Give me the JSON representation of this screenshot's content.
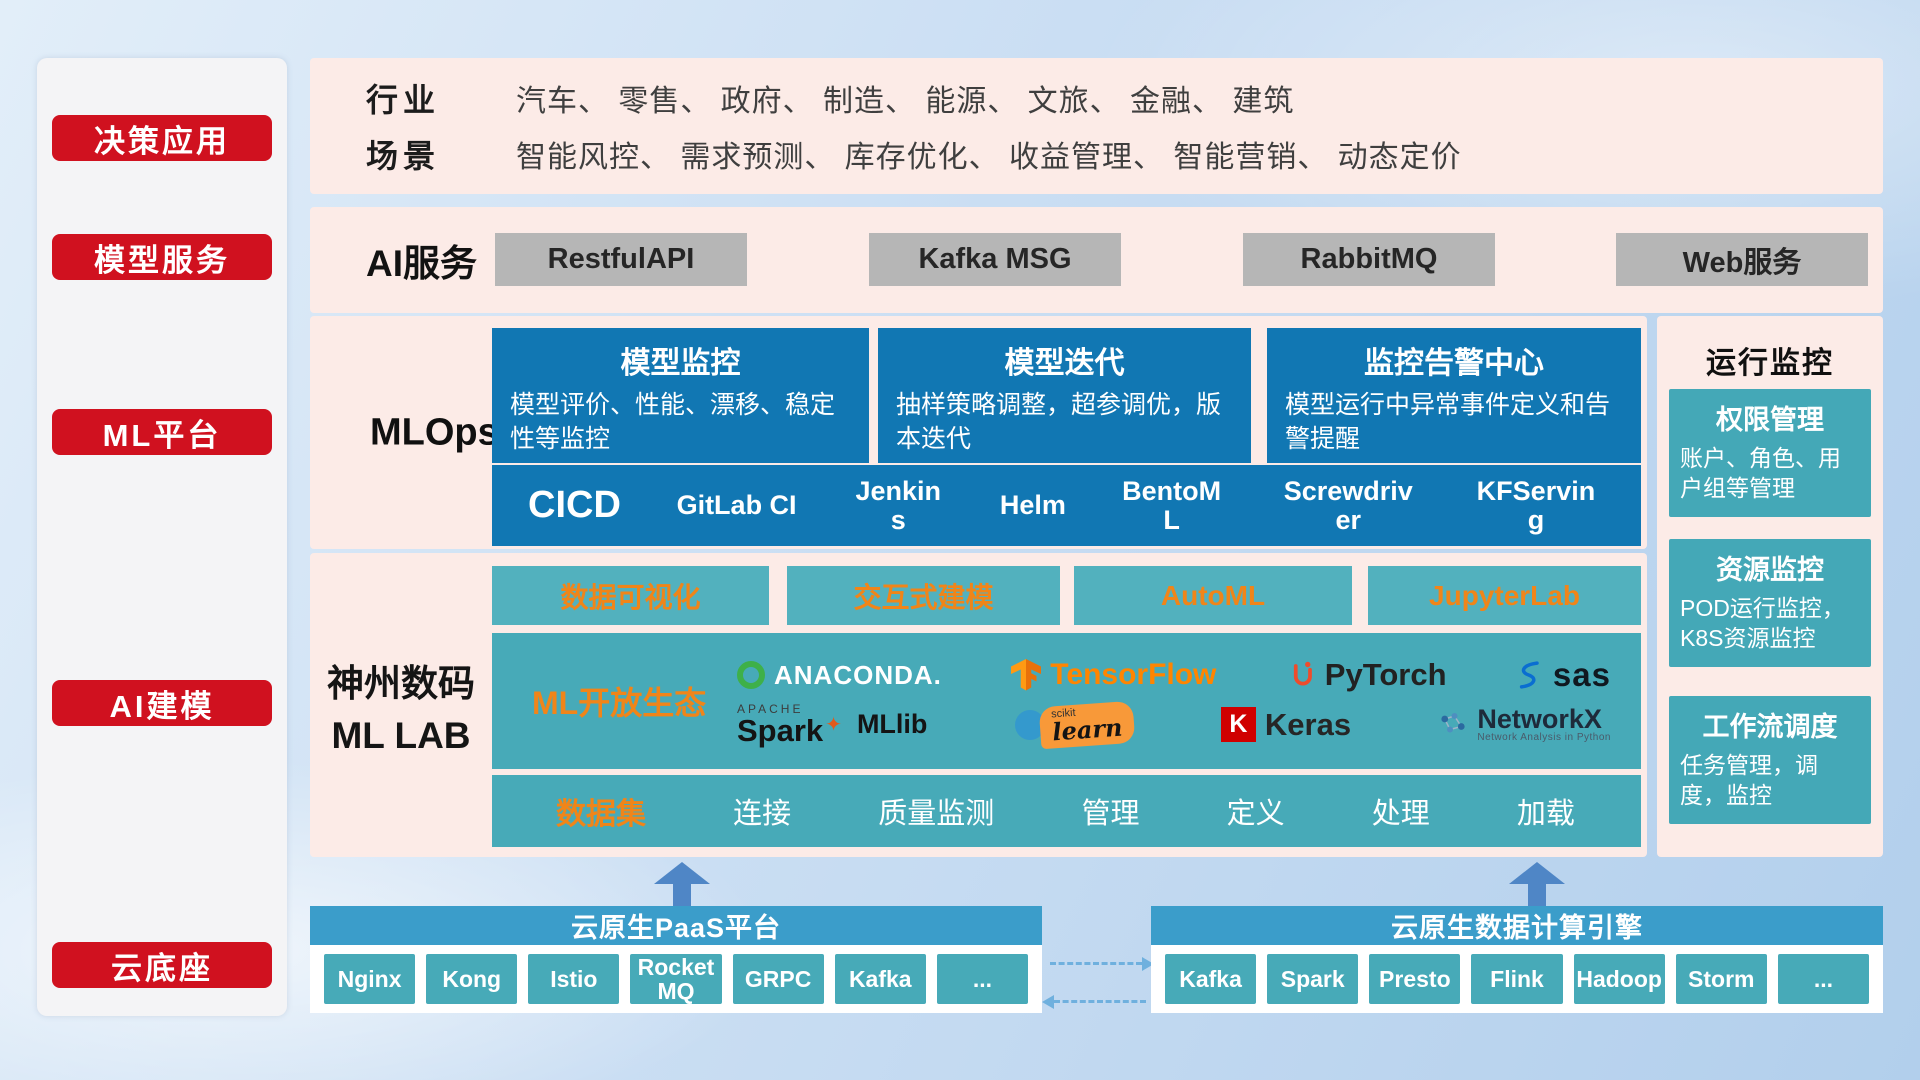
{
  "colors": {
    "badge_red": "#d0111f",
    "panel_pink": "#fcebe7",
    "card_blue": "#1177b3",
    "teal": "#47aab8",
    "header_blue": "#3b9dca",
    "accent_orange": "#f08519",
    "gray_button": "#b6b6b6",
    "arrow_blue": "#4f86c6"
  },
  "sidebar": {
    "items": [
      {
        "label": "决策应用"
      },
      {
        "label": "模型服务"
      },
      {
        "label": "ML平台"
      },
      {
        "label": "AI建模"
      },
      {
        "label": "云底座"
      }
    ]
  },
  "industry": {
    "row1_label": "行业",
    "row1_text": "汽车、 零售、 政府、 制造、 能源、 文旅、 金融、 建筑",
    "row2_label": "场景",
    "row2_text": "智能风控、 需求预测、 库存优化、 收益管理、 智能营销、 动态定价"
  },
  "ai_service": {
    "label": "AI服务",
    "buttons": [
      "RestfulAPI",
      "Kafka MSG",
      "RabbitMQ",
      "Web服务"
    ]
  },
  "mlops": {
    "label": "MLOps",
    "cards": [
      {
        "title": "模型监控",
        "desc": "模型评价、性能、漂移、稳定性等监控"
      },
      {
        "title": "模型迭代",
        "desc": "抽样策略调整，超参调优，版本迭代"
      },
      {
        "title": "监控告警中心",
        "desc": "模型运行中异常事件定义和告警提醒"
      }
    ],
    "cicd_label": "CICD",
    "cicd_items": [
      "GitLab CI",
      "Jenkins",
      "Helm",
      "BentoML",
      "Screwdriver",
      "KFServing"
    ]
  },
  "monitor": {
    "title": "运行监控",
    "cards": [
      {
        "title": "权限管理",
        "desc": "账户、角色、用户组等管理"
      },
      {
        "title": "资源监控",
        "desc": "POD运行监控，K8S资源监控"
      },
      {
        "title": "工作流调度",
        "desc": "任务管理，调度，监控"
      }
    ]
  },
  "mllab": {
    "label_line1": "神州数码",
    "label_line2": "ML LAB",
    "tools": [
      "数据可视化",
      "交互式建模",
      "AutoML",
      "JupyterLab"
    ],
    "eco_label": "ML开放生态",
    "logos": {
      "anaconda": "ANACONDA.",
      "tensorflow": "TensorFlow",
      "pytorch": "PyTorch",
      "sas": "sas",
      "spark_small": "APACHE",
      "spark": "Spark",
      "spark_star": "✦",
      "mllib": "MLlib",
      "scikit_small": "scikit",
      "scikit": "learn",
      "keras_k": "K",
      "keras": "Keras",
      "networkx": "NetworkX",
      "networkx_sub": "Network Analysis in Python"
    },
    "dataset_label": "数据集",
    "dataset_items": [
      "连接",
      "质量监测",
      "管理",
      "定义",
      "处理",
      "加载"
    ]
  },
  "cloud": {
    "paas_title": "云原生PaaS平台",
    "paas_items": [
      "Nginx",
      "Kong",
      "Istio",
      "RocketMQ",
      "GRPC",
      "Kafka",
      "..."
    ],
    "engine_title": "云原生数据计算引擎",
    "engine_items": [
      "Kafka",
      "Spark",
      "Presto",
      "Flink",
      "Hadoop",
      "Storm",
      "..."
    ]
  }
}
